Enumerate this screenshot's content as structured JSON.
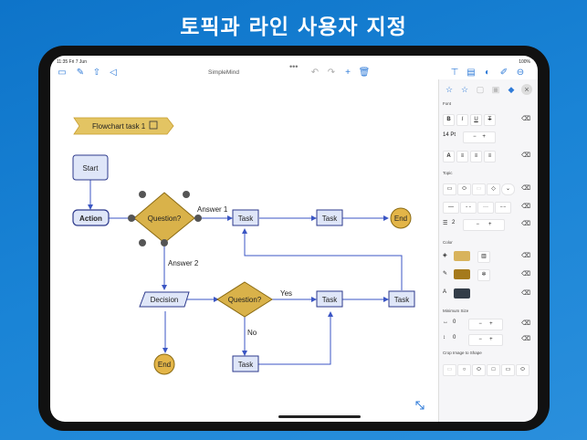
{
  "headline": "토픽과 라인 사용자 지정",
  "status": {
    "time": "11:35 Fri 7 Jun",
    "battery": "100%"
  },
  "app_title": "SimpleMind",
  "colors": {
    "accent": "#2f7bd8",
    "node_fill": "#dfe6f8",
    "node_stroke": "#2d3a8c",
    "diamond_fill": "#d9b24a",
    "end_fill": "#e3b548",
    "edge": "#3b56c4"
  },
  "canvas": {
    "title_tag": "Flowchart task 1",
    "nodes": {
      "start": "Start",
      "action": "Action",
      "question1": "Question?",
      "task1": "Task",
      "task2": "Task",
      "end1": "End",
      "decision": "Decision",
      "question2": "Question?",
      "task3": "Task",
      "task4": "Task",
      "task5": "Task",
      "end2": "End"
    },
    "labels": {
      "answer1": "Answer 1",
      "answer2": "Answer 2",
      "yes": "Yes",
      "no": "No"
    }
  },
  "panel": {
    "font_section": "Font",
    "font_size": "14 Pt",
    "topic_section": "Topic",
    "line_width": "2",
    "color_section": "Color",
    "min_size_section": "Minimum Size",
    "min_w": "0",
    "min_h": "0",
    "crop_section": "Crop Image to Shape",
    "minus": "−",
    "plus": "+",
    "swatch_colors": {
      "fill": "#d8b35c",
      "line": "#a57a1c",
      "text": "#333d48"
    }
  }
}
